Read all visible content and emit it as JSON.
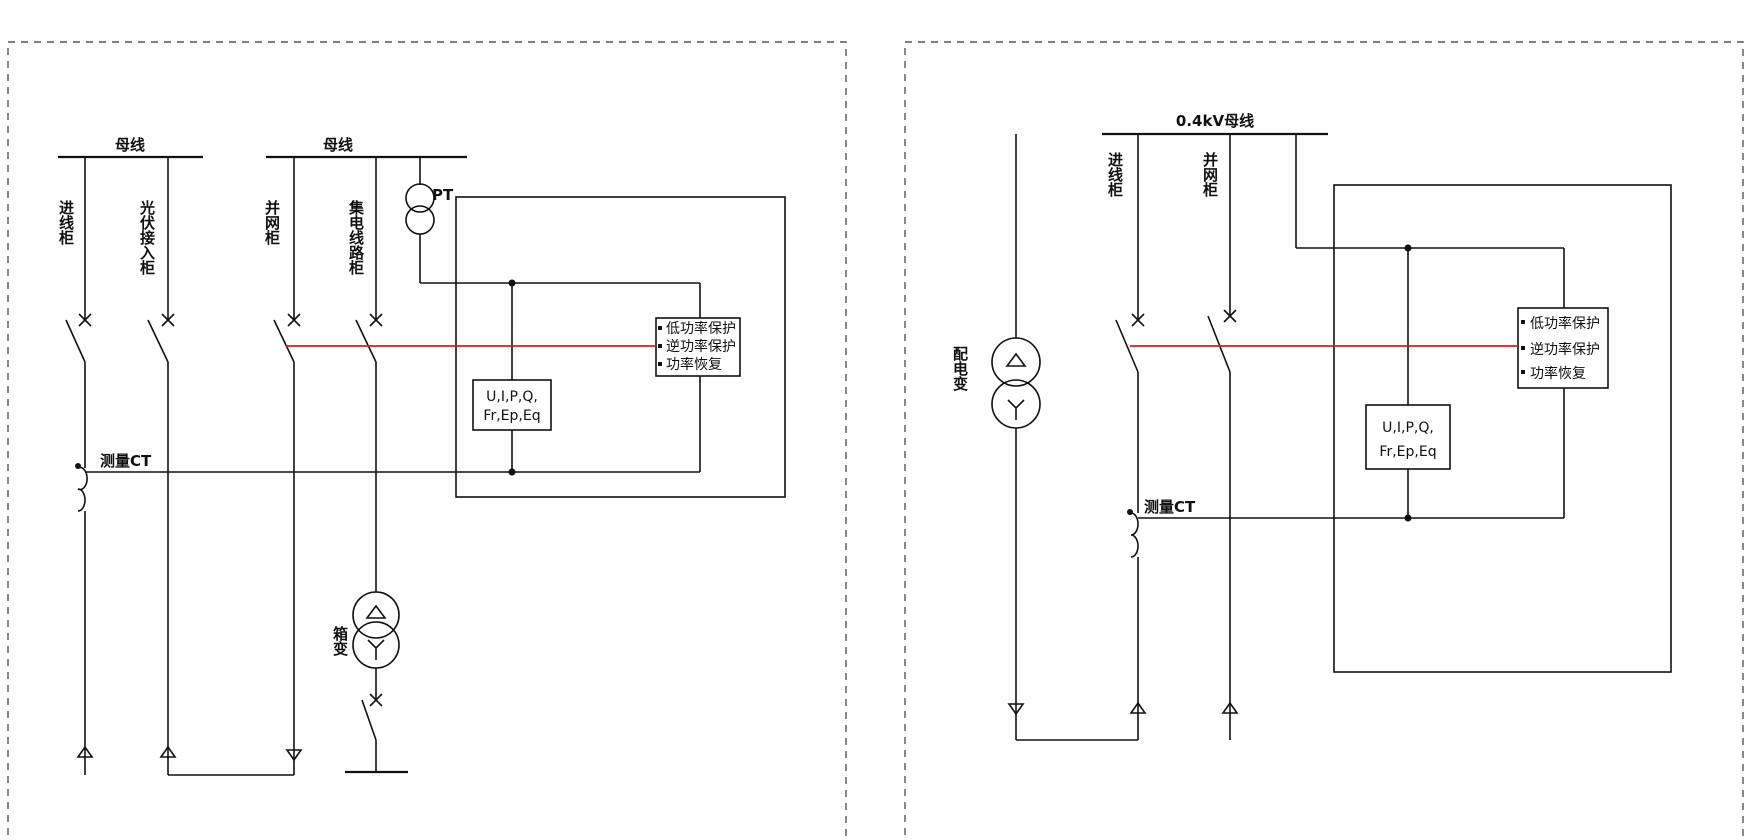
{
  "left": {
    "bus1_label": "母线",
    "bus2_label": "母线",
    "pt_label": "PT",
    "incoming_cabinet": "进线柜",
    "pv_cabinet": "光伏接入柜",
    "grid_cabinet": "并网柜",
    "collector_cabinet": "集电线路柜",
    "box_transformer": "箱变",
    "ct_label": "测量CT",
    "measure_line1": "U,I,P,Q,",
    "measure_line2": "Fr,Ep,Eq",
    "protections": [
      "低功率保护",
      "逆功率保护",
      "功率恢复"
    ]
  },
  "right": {
    "bus_label": "0.4kV母线",
    "incoming_cabinet": "进线柜",
    "grid_cabinet": "并网柜",
    "distribution_transformer": "配电变",
    "ct_label": "测量CT",
    "measure_line1": "U,I,P,Q,",
    "measure_line2": "Fr,Ep,Eq",
    "protections": [
      "低功率保护",
      "逆功率保护",
      "功率恢复"
    ]
  },
  "colors": {
    "trip_line": "#e01818",
    "lines": "#111111",
    "panel_border": "#555555"
  }
}
